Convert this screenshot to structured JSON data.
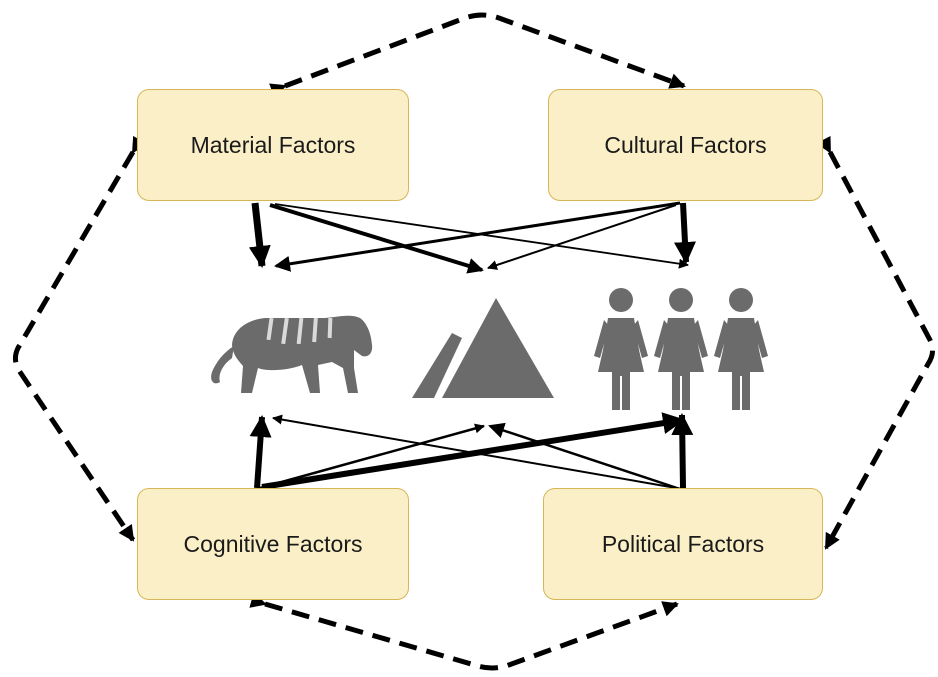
{
  "factors": {
    "material": "Material Factors",
    "cultural": "Cultural Factors",
    "cognitive": "Cognitive Factors",
    "political": "Political Factors"
  },
  "icons": {
    "left": "tiger-icon",
    "center": "mountain-icon",
    "right": "people-icon"
  },
  "colors": {
    "box_fill": "#fbefc7",
    "box_border": "#d6b656",
    "icon_gray": "#6b6b6b",
    "arrow": "#000000"
  }
}
